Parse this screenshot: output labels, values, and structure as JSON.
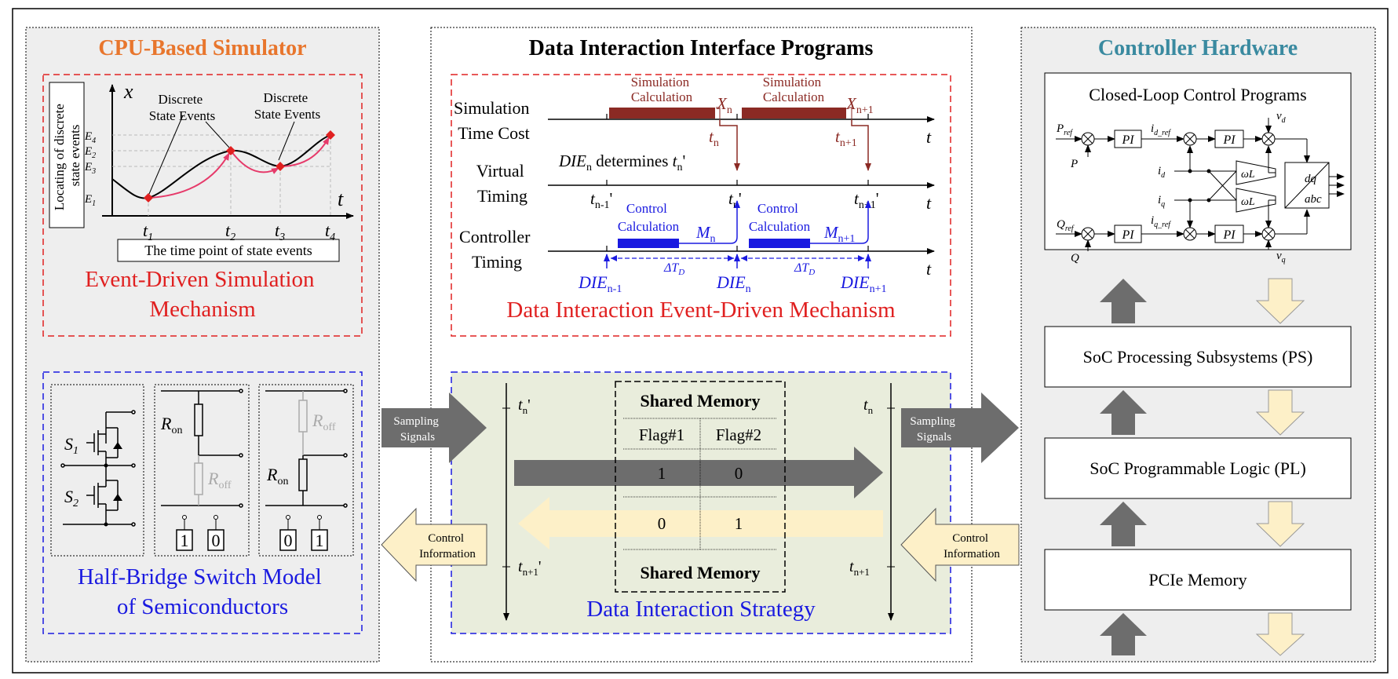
{
  "colors": {
    "orange_title": "#e8762d",
    "teal_title": "#3a8aa0",
    "red": "#e02020",
    "blue": "#1a1ae0",
    "brown": "#8b2a24",
    "grey_panel": "#eeeeee",
    "green_panel": "#e9eddc",
    "dark_arrow": "#6d6d6d",
    "cream_arrow": "#fdf0c8",
    "pink_curve": "#e63a6a"
  },
  "cpu": {
    "title": "CPU-Based Simulator",
    "ylabel": "Locating of discrete state events",
    "x_axis": "x",
    "t_axis": "t",
    "annot1": [
      "Discrete",
      "State Events"
    ],
    "annot2": [
      "Discrete",
      "State Events"
    ],
    "levels": [
      "E4",
      "E2",
      "E3",
      "E1"
    ],
    "tpoints": [
      "t1",
      "t2",
      "t3",
      "t4"
    ],
    "xlabel": "The time point of state events",
    "event_title": [
      "Event-Driven Simulation",
      "Mechanism"
    ],
    "s1": "S1",
    "s2": "S2",
    "ron": "R",
    "ron_sub": "on",
    "roff": "R",
    "roff_sub": "off",
    "bits1": [
      "1",
      "0"
    ],
    "bits2": [
      "0",
      "1"
    ],
    "halfbridge_title": [
      "Half-Bridge Switch Model",
      "of Semiconductors"
    ]
  },
  "die": {
    "title": "Data Interaction Interface Programs",
    "row1": [
      "Simulation",
      "Time Cost"
    ],
    "row2": [
      "Virtual",
      "Timing"
    ],
    "row3": [
      "Controller",
      "Timing"
    ],
    "simcalc": [
      "Simulation",
      "Calculation"
    ],
    "ctrlcalc": [
      "Control",
      "Calculation"
    ],
    "xn": "X",
    "xn_sub": "n",
    "xn1_sub": "n+1",
    "tn": "t",
    "die_label": "DIE",
    "determines": "determines",
    "mn": "M",
    "delta": "ΔT",
    "delta_sub": "D",
    "sub_n": "n",
    "sub_n1": "n+1",
    "sub_nm1": "n-1",
    "t_axis": "t",
    "event_title": "Data Interaction Event-Driven Mechanism",
    "strategy_title": "Data Interaction Strategy",
    "shared_memory": "Shared Memory",
    "flag1": "Flag#1",
    "flag2": "Flag#2",
    "row_a": [
      "1",
      "0"
    ],
    "row_b": [
      "0",
      "1"
    ],
    "sampling": [
      "Sampling",
      "Signals"
    ],
    "control_info": [
      "Control",
      "Information"
    ]
  },
  "ctrl": {
    "title": "Controller Hardware",
    "closed_loop": "Closed-Loop Control Programs",
    "pref": "P",
    "qref": "Q",
    "ref_sub": "ref",
    "p": "P",
    "q": "Q",
    "pi": "PI",
    "id_ref": "i",
    "id": "i",
    "iq": "i",
    "vd": "v",
    "vq": "v",
    "wl": "ωL",
    "dq": "dq",
    "abc": "abc",
    "ps": "SoC Processing Subsystems (PS)",
    "pl": "SoC Programmable Logic (PL)",
    "pcie": "PCIe Memory"
  }
}
